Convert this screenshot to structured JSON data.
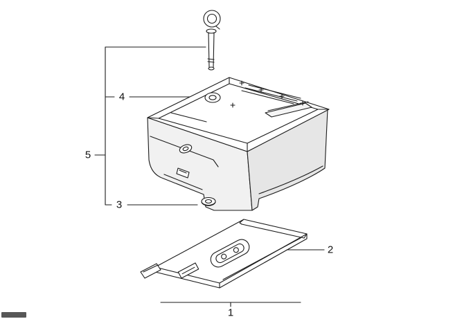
{
  "diagram": {
    "type": "exploded-parts-diagram",
    "background_color": "#ffffff",
    "line_color": "#1a1a1a",
    "callouts": [
      {
        "id": 1,
        "label": "1"
      },
      {
        "id": 2,
        "label": "2"
      },
      {
        "id": 3,
        "label": "3"
      },
      {
        "id": 4,
        "label": "4"
      },
      {
        "id": 5,
        "label": "5"
      }
    ]
  }
}
